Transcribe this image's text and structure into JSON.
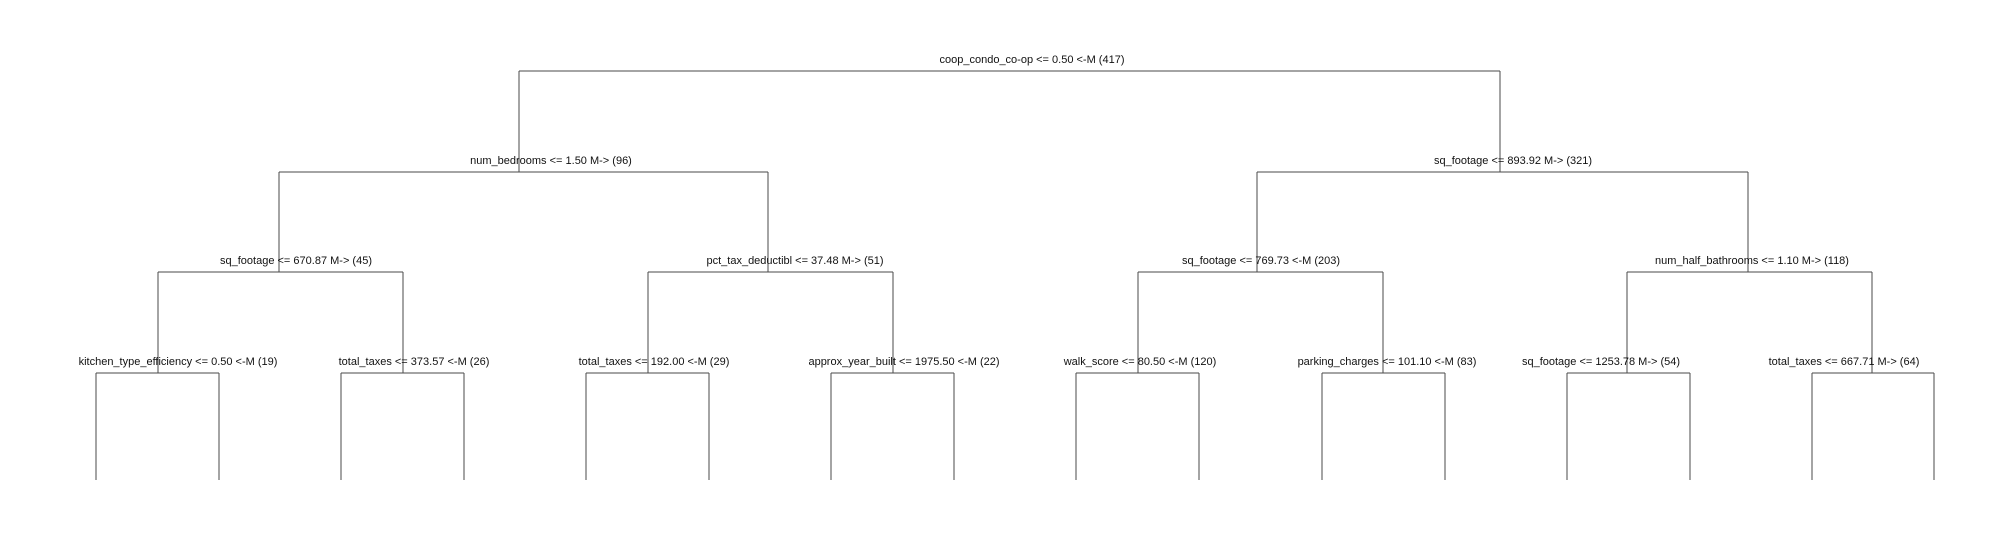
{
  "tree": {
    "levels": [
      [
        "coop_condo_co-op <= 0.50 <-M (417)"
      ],
      [
        "num_bedrooms <= 1.50 M-> (96)",
        "sq_footage <= 893.92 M-> (321)"
      ],
      [
        "sq_footage <= 670.87 M-> (45)",
        "pct_tax_deductibl <= 37.48 M-> (51)",
        "sq_footage <= 769.73 <-M (203)",
        "num_half_bathrooms <= 1.10 M-> (118)"
      ],
      [
        "kitchen_type_efficiency <= 0.50 <-M (19)",
        "total_taxes <= 373.57 <-M (26)",
        "total_taxes <= 192.00 <-M (29)",
        "approx_year_built <= 1975.50 <-M (22)",
        "walk_score <= 80.50 <-M (120)",
        "parking_charges <= 101.10 <-M (83)",
        "sq_footage <= 1253.78 M-> (54)",
        "total_taxes <= 667.71 M-> (64)"
      ]
    ]
  }
}
